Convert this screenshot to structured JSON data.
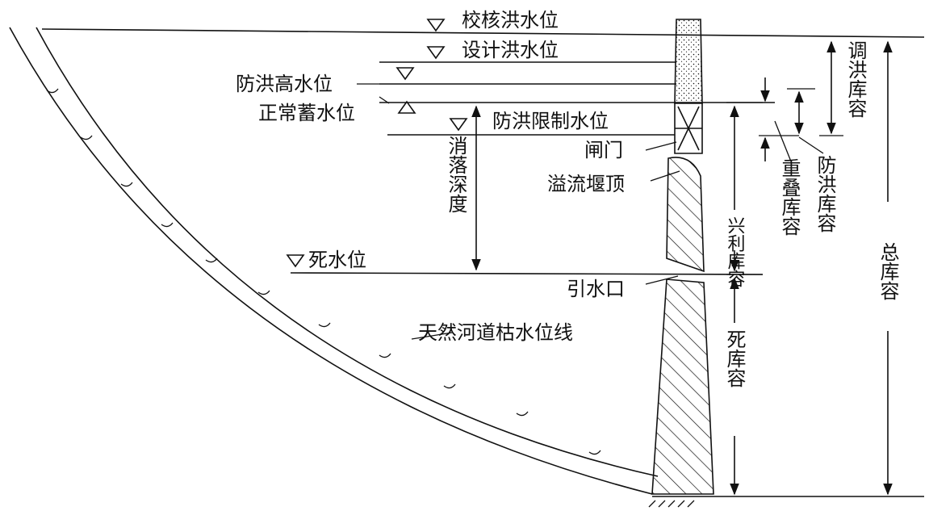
{
  "labels": {
    "check_flood_level": "校核洪水位",
    "design_flood_level": "设计洪水位",
    "flood_control_high_level": "防洪高水位",
    "normal_storage_level": "正常蓄水位",
    "flood_limit_level": "防洪限制水位",
    "gate": "闸门",
    "spillway_crest": "溢流堰顶",
    "drawdown_depth": "消落深度",
    "dead_water_level": "死水位",
    "intake": "引水口",
    "natural_river_low_water_line": "天然河道枯水位线",
    "conservation_storage": "兴利库容",
    "overlap_storage": "重叠库容",
    "flood_control_storage": "防洪库容",
    "flood_regulation_storage": "调洪库容",
    "dead_storage": "死库容",
    "total_storage": "总库容"
  },
  "colors": {
    "ink": "#111111",
    "background": "#ffffff"
  }
}
